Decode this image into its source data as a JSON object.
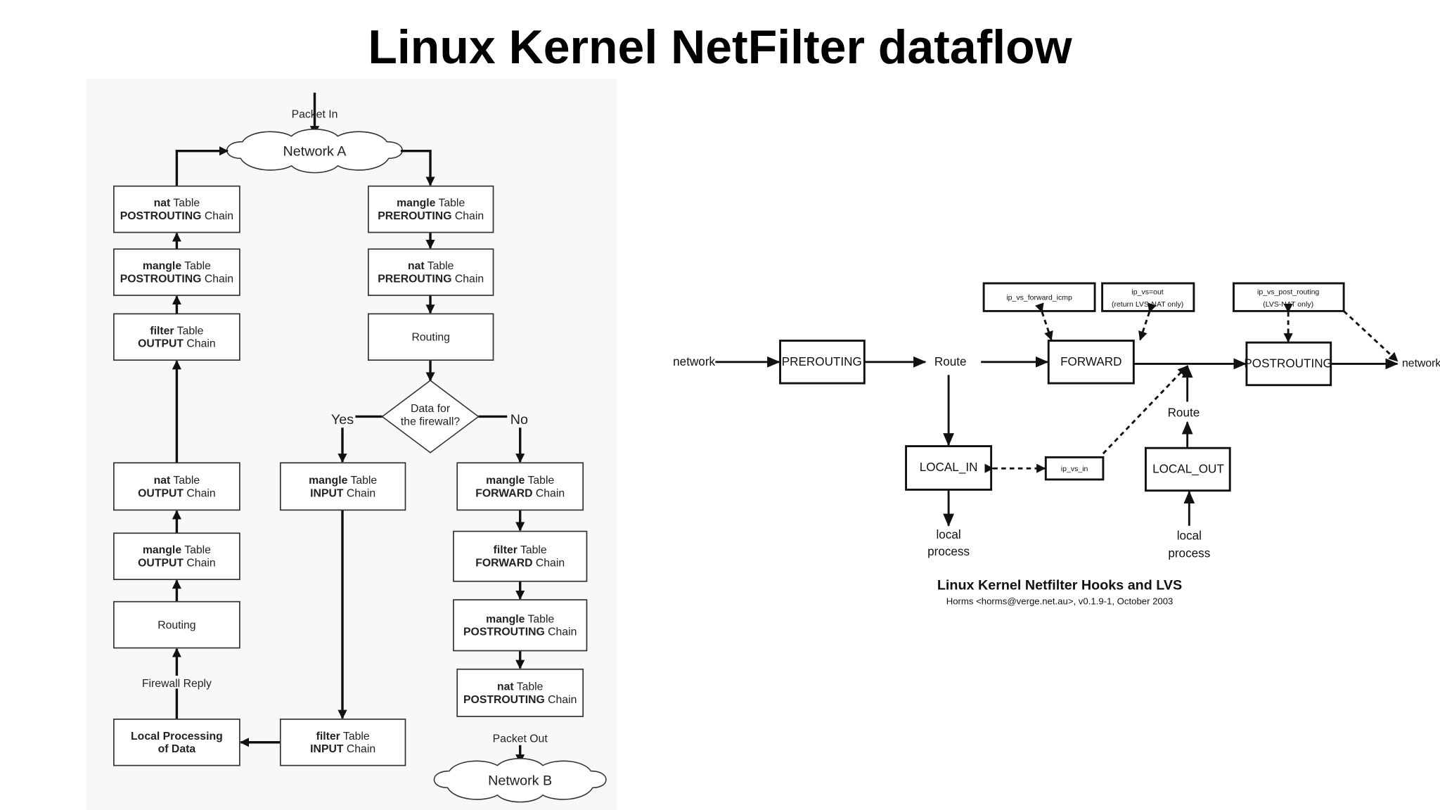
{
  "title": "Linux Kernel NetFilter dataflow",
  "left_diagram": {
    "packet_in": "Packet In",
    "network_a": "Network A",
    "network_b": "Network B",
    "packet_out": "Packet Out",
    "firewall_reply": "Firewall Reply",
    "decision": {
      "line1": "Data for",
      "line2": "the firewall?",
      "yes": "Yes",
      "no": "No"
    },
    "boxes": {
      "nat_postrouting_out": {
        "table": "nat",
        "table_word": " Table",
        "chain": "POSTROUTING",
        "chain_word": " Chain"
      },
      "mangle_postrouting_out": {
        "table": "mangle",
        "table_word": " Table",
        "chain": "POSTROUTING",
        "chain_word": " Chain"
      },
      "filter_output": {
        "table": "filter",
        "table_word": " Table",
        "chain": "OUTPUT",
        "chain_word": " Chain"
      },
      "nat_output": {
        "table": "nat",
        "table_word": " Table",
        "chain": "OUTPUT",
        "chain_word": " Chain"
      },
      "mangle_output": {
        "table": "mangle",
        "table_word": " Table",
        "chain": "OUTPUT",
        "chain_word": " Chain"
      },
      "routing_out": {
        "label": "Routing"
      },
      "local_processing": {
        "line1": "Local Processing",
        "line2": "of Data"
      },
      "mangle_prerouting": {
        "table": "mangle",
        "table_word": " Table",
        "chain": "PREROUTING",
        "chain_word": " Chain"
      },
      "nat_prerouting": {
        "table": "nat",
        "table_word": " Table",
        "chain": "PREROUTING",
        "chain_word": " Chain"
      },
      "routing_in": {
        "label": "Routing"
      },
      "mangle_input": {
        "table": "mangle",
        "table_word": " Table",
        "chain": "INPUT",
        "chain_word": " Chain"
      },
      "filter_input": {
        "table": "filter",
        "table_word": " Table",
        "chain": "INPUT",
        "chain_word": " Chain"
      },
      "mangle_forward": {
        "table": "mangle",
        "table_word": " Table",
        "chain": "FORWARD",
        "chain_word": " Chain"
      },
      "filter_forward": {
        "table": "filter",
        "table_word": " Table",
        "chain": "FORWARD",
        "chain_word": " Chain"
      },
      "mangle_postrouting_fwd": {
        "table": "mangle",
        "table_word": " Table",
        "chain": "POSTROUTING",
        "chain_word": " Chain"
      },
      "nat_postrouting_fwd": {
        "table": "nat",
        "table_word": " Table",
        "chain": "POSTROUTING",
        "chain_word": " Chain"
      }
    }
  },
  "right_diagram": {
    "network_in": "network",
    "network_out": "network",
    "prerouting": "PREROUTING",
    "route1": "Route",
    "forward": "FORWARD",
    "postrouting": "POSTROUTING",
    "local_in": "LOCAL_IN",
    "local_out": "LOCAL_OUT",
    "route2": "Route",
    "ip_vs_forward_icmp": "ip_vs_forward_icmp",
    "ip_vs_out": {
      "line1": "ip_vs=out",
      "line2": "(return LVS-NAT only)"
    },
    "ip_vs_post_routing": {
      "line1": "ip_vs_post_routing",
      "line2": "(LVS-NAT only)"
    },
    "ip_vs_in": "ip_vs_in",
    "local_process_in": {
      "line1": "local",
      "line2": "process"
    },
    "local_process_out": {
      "line1": "local",
      "line2": "process"
    },
    "caption": "Linux Kernel Netfilter Hooks and LVS",
    "credit": "Horms <horms@verge.net.au>, v0.1.9-1, October 2003"
  }
}
